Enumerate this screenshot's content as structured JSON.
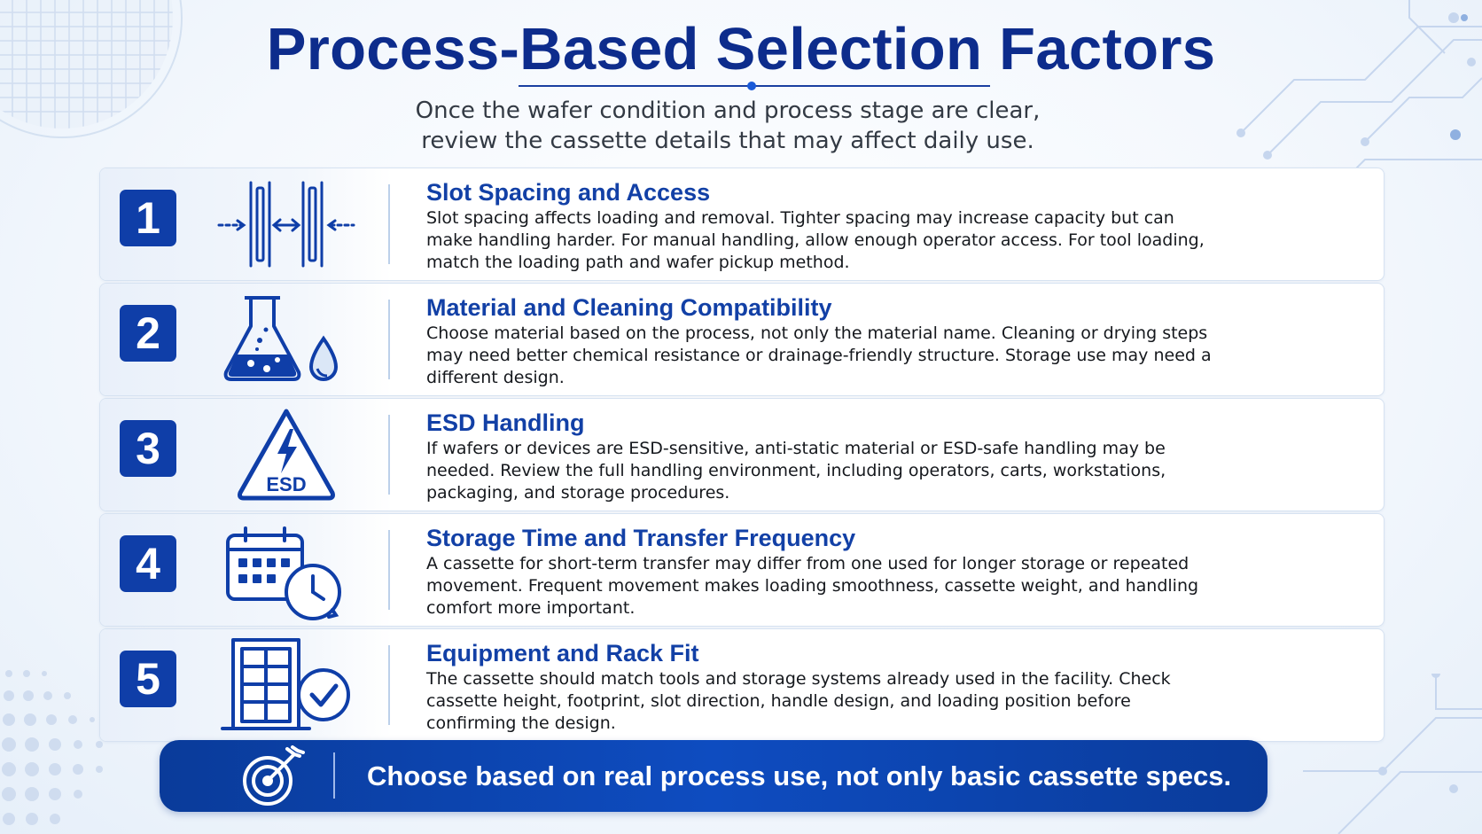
{
  "title": "Process-Based Selection Factors",
  "subtitle": {
    "line1": "Once the wafer condition and process stage are clear,",
    "line2": "review the cassette details that may affect daily use."
  },
  "colors": {
    "accent": "#0f3ea8",
    "title": "#0d2c8c",
    "heading": "#1240a6",
    "banner": "#0e4cc0"
  },
  "factors": [
    {
      "number": "1",
      "icon": "slot-spacing-icon",
      "title": "Slot Spacing and Access",
      "body": "Slot spacing affects loading and removal. Tighter spacing may increase capacity but can make handling harder. For manual handling, allow enough operator access. For tool loading, match the loading path and wafer pickup method."
    },
    {
      "number": "2",
      "icon": "flask-droplet-icon",
      "title": "Material and Cleaning Compatibility",
      "body": "Choose material based on the process, not only the material name. Cleaning or drying steps may need better chemical resistance or drainage-friendly structure. Storage use may need a different design."
    },
    {
      "number": "3",
      "icon": "esd-warning-icon",
      "icon_label": "ESD",
      "title": "ESD Handling",
      "body": "If wafers or devices are ESD-sensitive, anti-static material or ESD-safe handling may be needed. Review the full handling environment, including operators, carts, workstations, packaging, and storage procedures."
    },
    {
      "number": "4",
      "icon": "calendar-clock-icon",
      "title": "Storage Time and Transfer Frequency",
      "body": "A cassette for short-term transfer may differ from one used for longer storage or repeated movement. Frequent movement makes loading smoothness, cassette weight, and handling comfort more important."
    },
    {
      "number": "5",
      "icon": "rack-check-icon",
      "title": "Equipment and Rack Fit",
      "body": "The cassette should match tools and storage systems already used in the facility. Check cassette height, footprint, slot direction, handle design, and loading position before confirming the design."
    }
  ],
  "banner": {
    "icon": "target-icon",
    "text": "Choose based on real process use, not only basic cassette specs."
  }
}
